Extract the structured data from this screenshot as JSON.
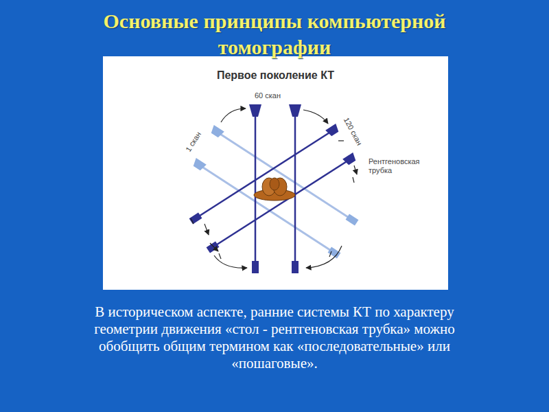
{
  "diagram": {
    "title": "Основные принципы компьютерной томографии",
    "caption": "В историческом аспекте, ранние системы КТ по характеру геометрии движения «стол - рентгеновская трубка» можно обобщить общим термином как «последовательные» или «пошаговые».",
    "labels": [
      "Первое поколение КТ",
      "60 скан",
      "1 скан",
      "120 скан",
      "Рентгеновская трубка"
    ]
  }
}
